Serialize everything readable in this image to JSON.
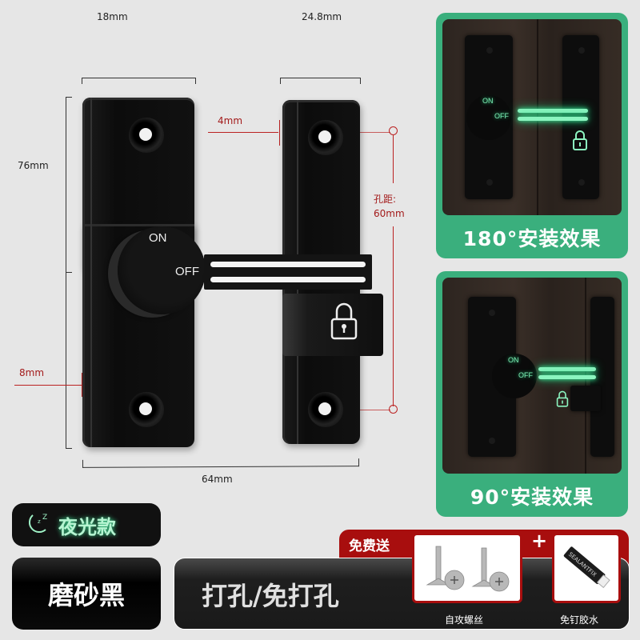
{
  "dimensions": {
    "left_width": "18mm",
    "right_width": "24.8mm",
    "height": "76mm",
    "total_width": "64mm",
    "latch_offset": "4mm",
    "plate_offset": "8mm",
    "hole_spacing_label": "孔距:",
    "hole_spacing_value": "60mm"
  },
  "latch": {
    "knob_on": "ON",
    "knob_off": "OFF",
    "lock_icon": "padlock-icon"
  },
  "previews": [
    {
      "caption": "180°安装效果",
      "knob_on": "ON",
      "knob_off": "OFF"
    },
    {
      "caption": "90°安装效果",
      "knob_on": "ON",
      "knob_off": "OFF"
    }
  ],
  "badges": {
    "night_glow": {
      "icon": "moon-sleep-icon",
      "label": "夜光款"
    },
    "finish": "磨砂黑",
    "install": "打孔/免打孔"
  },
  "gift": {
    "title": "免费送",
    "plus": "+",
    "items": [
      {
        "label": "自攻螺丝",
        "icon": "screws-icon"
      },
      {
        "label": "免钉胶水",
        "icon": "glue-tube-icon",
        "brand": "SEALANTFIX"
      }
    ]
  },
  "colors": {
    "background": "#e6e6e6",
    "accent_green": "#3aaf7d",
    "glow_green": "#8cf5c0",
    "gift_red": "#a80e0e",
    "dimension_red": "#a31a1a"
  }
}
